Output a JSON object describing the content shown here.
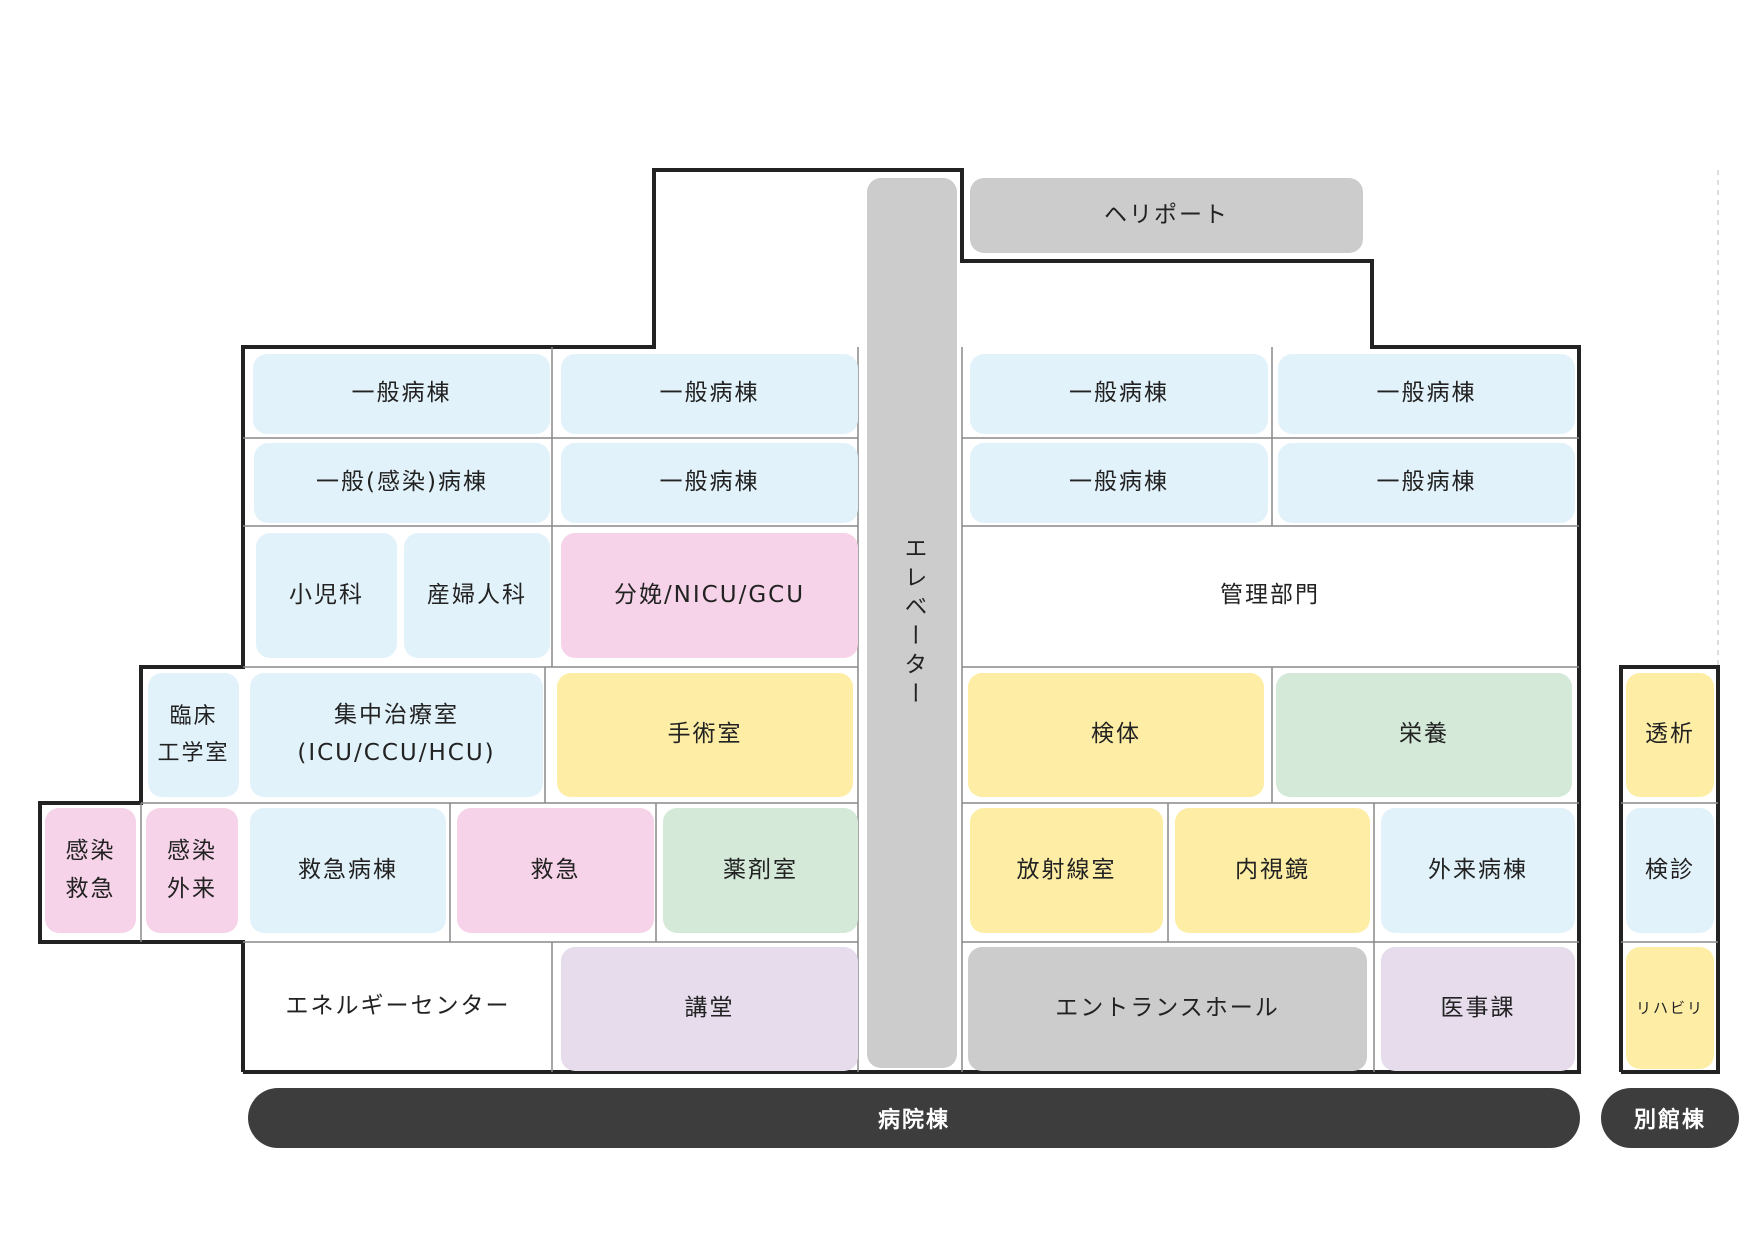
{
  "colors": {
    "ward": "#e2f2fa",
    "delivery": "#f6d3e8",
    "clinical": "#fdeda5",
    "support": "#d4e9d8",
    "hall": "#e6dcec",
    "core": "#cccccc",
    "building_bar": "#3d3d3d"
  },
  "heliport": "ヘリポート",
  "elevator": "エレベーター",
  "floors": {
    "f1": {
      "r1": "一般病棟",
      "r2": "一般病棟",
      "r3": "一般病棟",
      "r4": "一般病棟"
    },
    "f2": {
      "r1": "一般(感染)病棟",
      "r2": "一般病棟",
      "r3": "一般病棟",
      "r4": "一般病棟"
    },
    "f3": {
      "pediatrics": "小児科",
      "obstetrics": "産婦人科",
      "delivery": "分娩/NICU/GCU",
      "admin": "管理部門"
    },
    "f4": {
      "clinical_eng": "臨床\n工学室",
      "icu": "集中治療室\n(ICU/CCU/HCU)",
      "surgery": "手術室",
      "specimen": "検体",
      "nutrition": "栄養"
    },
    "f5": {
      "inf_emergency": "感染\n救急",
      "inf_outpatient": "感染\n外来",
      "emergency_ward": "救急病棟",
      "emergency": "救急",
      "pharmacy": "薬剤室",
      "radiology": "放射線室",
      "endoscopy": "内視鏡",
      "outpatient_ward": "外来病棟"
    },
    "f6": {
      "energy": "エネルギーセンター",
      "auditorium": "講堂",
      "entrance": "エントランスホール",
      "medical_affairs": "医事課"
    }
  },
  "annex": {
    "dialysis": "透析",
    "checkup": "検診",
    "rehab": "リハビリ"
  },
  "buildings": {
    "main": "病院棟",
    "annex": "別館棟"
  }
}
